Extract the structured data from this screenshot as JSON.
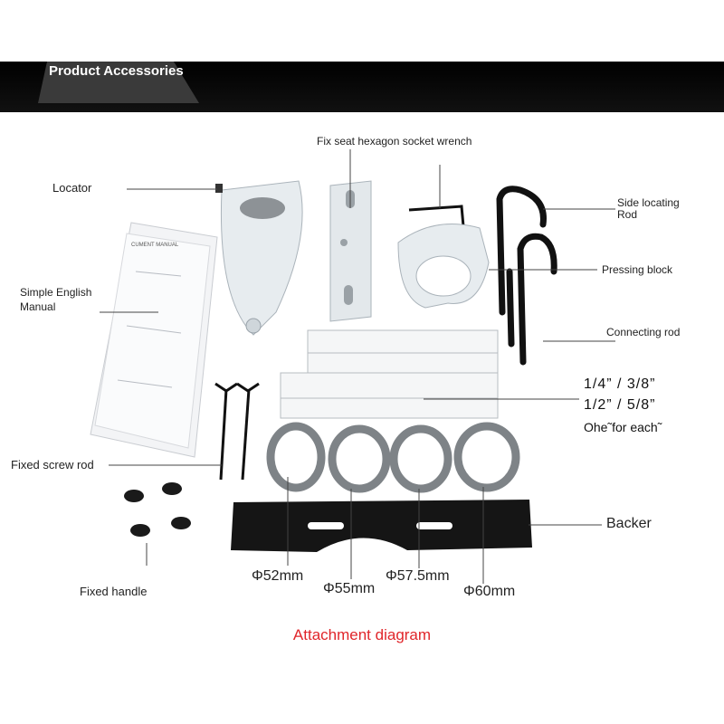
{
  "header": {
    "title": "Product Accessories"
  },
  "labels": {
    "wrench": "Fix seat hexagon socket wrench",
    "locator": "Locator",
    "side_rod_1": "Side locating",
    "side_rod_2": "Rod",
    "manual_1": "Simple English",
    "manual_2": "Manual",
    "manual_text": "CUMENT MANUAL",
    "pressing_block": "Pressing block",
    "connecting_rod": "Connecting rod",
    "fixed_screw_rod": "Fixed screw rod",
    "fixed_handle": "Fixed handle",
    "backer": "Backer"
  },
  "sizes": {
    "line1": "1/4”  /  3/8”",
    "line2": "1/2”  / 5/8”",
    "line3": "Ohe˜for each˜"
  },
  "rings": {
    "r1": "Φ52mm",
    "r2": "Φ55mm",
    "r3": "Φ57.5mm",
    "r4": "Φ60mm"
  },
  "caption": "Attachment diagram"
}
